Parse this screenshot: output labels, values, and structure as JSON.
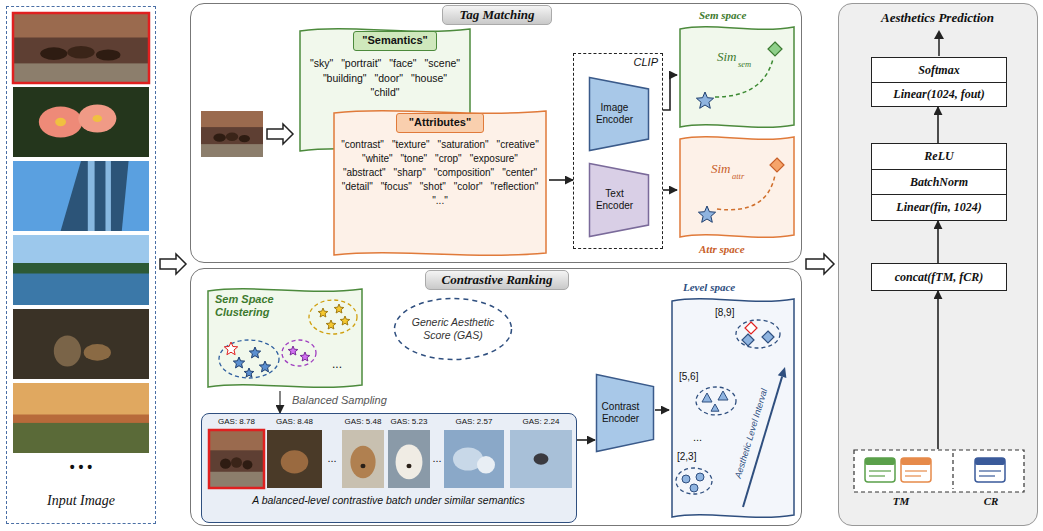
{
  "diagram": {
    "nodes": [
      {
        "text": [
          "• • •",
          "Input Image"
        ]
      },
      {
        "text": [
          "Tag Matching"
        ]
      },
      {
        "text": [
          "\"sky\"",
          "\"portrait\"",
          "\"face\"",
          "\"scene\"",
          "\"building\"",
          "\"door\"",
          "\"house\"",
          "\"child\""
        ],
        "in": 1
      },
      {
        "text": [
          "\"Semantics\""
        ],
        "in": 2
      },
      {
        "text": [
          "\"contrast\"",
          "\"texture\"",
          "\"saturation\"",
          "\"creative\"",
          "\"white\"",
          "\"tone\"",
          "\"crop\"",
          "\"exposure\"",
          "\"abstract\"",
          "\"sharp\"",
          "\"composition\"",
          "\"center\"",
          "\"detail\"",
          "\"focus\"",
          "\"shot\"",
          "\"color\"",
          "\"reflection\"",
          "\"...\""
        ],
        "in": 1
      },
      {
        "text": [
          "\"Attributes\""
        ],
        "in": 4
      },
      {
        "text": [
          "CLIP"
        ],
        "in": 1
      },
      {
        "text": [
          "Image Encoder"
        ],
        "in": 6
      },
      {
        "text": [
          "Text Encoder"
        ],
        "in": 6
      },
      {
        "text": [
          "Sem space",
          "Sim",
          "sem"
        ],
        "in": 1
      },
      {
        "text": [
          "Attr space",
          "Sim",
          "attr"
        ],
        "in": 1
      },
      {
        "text": [
          "Contrastive Ranking"
        ]
      },
      {
        "text": [
          "Sem Space Clustering",
          "..."
        ],
        "in": 11
      },
      {
        "text": [
          "Generic Aesthetic Score (GAS)"
        ],
        "in": 11
      },
      {
        "text": [
          "GAS: 8.78",
          "GAS: 8.48",
          "...",
          "GAS: 5.48",
          "GAS: 5.23",
          "...",
          "GAS: 2.57",
          "GAS: 2.24",
          "A balanced-level contrastive batch under similar semantics"
        ],
        "in": 11
      },
      {
        "text": [
          "Contrast Encoder"
        ],
        "in": 11
      },
      {
        "text": [
          "Level space",
          "[8,9]",
          "[5,6]",
          "...",
          "[2,3]",
          "Aesthetic Level Interval"
        ],
        "in": 11
      },
      {
        "text": [
          "Aesthetics Prediction"
        ]
      },
      {
        "text": [
          "Softmax",
          "Linear(1024, fout)"
        ],
        "in": 17
      },
      {
        "text": [
          "ReLU",
          "BatchNorm",
          "Linear(fin, 1024)"
        ],
        "in": 17
      },
      {
        "text": [
          "concat(fTM, fCR)"
        ],
        "in": 17
      },
      {
        "text": [
          "TM",
          "CR"
        ],
        "in": 17
      }
    ],
    "edges": [
      {
        "from": 4,
        "to": 6,
        "arrow": "to"
      },
      {
        "from": 6,
        "to": 9,
        "arrow": "to"
      },
      {
        "from": 6,
        "to": 10,
        "arrow": "to"
      },
      {
        "from": 12,
        "to": 14,
        "arrow": "to",
        "label": "Balanced Sampling"
      },
      {
        "from": 14,
        "to": 15,
        "arrow": "to"
      },
      {
        "from": 15,
        "to": 16,
        "arrow": "to"
      },
      {
        "from": 21,
        "to": 20,
        "arrow": "to"
      },
      {
        "from": 20,
        "to": 19,
        "arrow": "to"
      },
      {
        "from": 19,
        "to": 18,
        "arrow": "to"
      }
    ]
  }
}
